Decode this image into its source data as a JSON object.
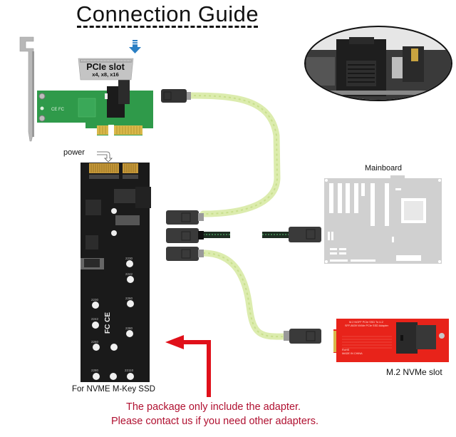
{
  "title": "Connection Guide",
  "labels": {
    "pcie_slot": "PCIe slot",
    "pcie_lanes": "x4, x8, x16",
    "power": "power",
    "mainboard": "Mainboard",
    "nvme_ssd": "For NVME M-Key SSD",
    "m2_slot": "M.2 NVMe slot"
  },
  "notes": [
    "The package only include the adapter.",
    "Please contact us if you need other adapters."
  ],
  "ssd_sizes": [
    "2230",
    "2242",
    "2260",
    "2280",
    "22110"
  ],
  "colors": {
    "cable": "#d8ebaa",
    "connector": "#3a3a3a",
    "pcb_green": "#2f9a4a",
    "pcb_black": "#1a1a1a",
    "m2_red": "#e8231a",
    "arrow_red": "#e0101a",
    "note_red": "#b01030",
    "mainboard_gray": "#d0d0d0",
    "blue_arrow": "#2a7fc4"
  }
}
